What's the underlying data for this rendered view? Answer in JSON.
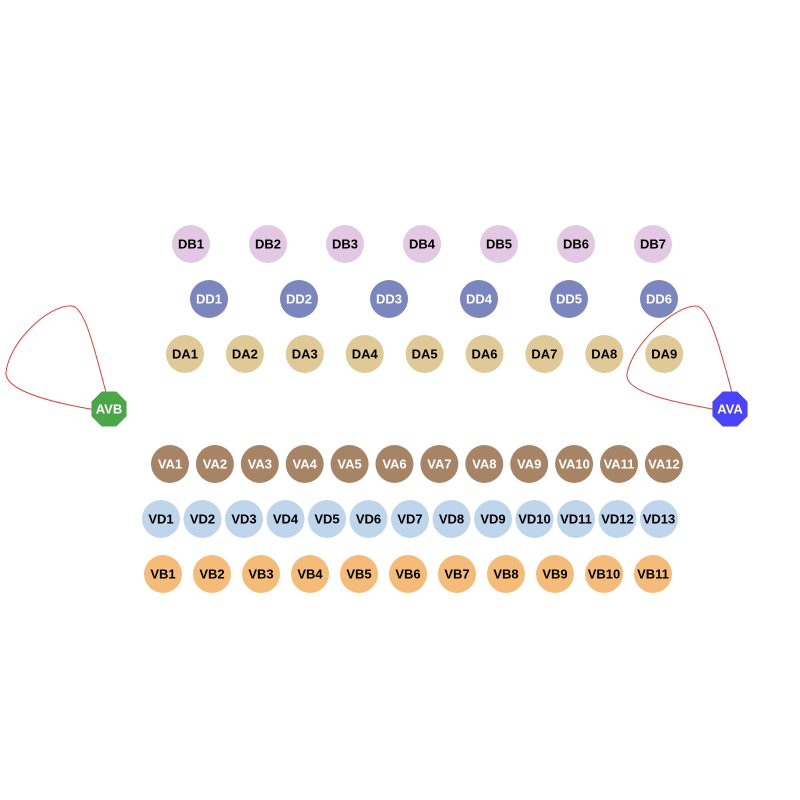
{
  "colors": {
    "db": "#e3c8e3",
    "dd": "#7a86bd",
    "da": "#dfca97",
    "va": "#a88466",
    "vd": "#bed5ec",
    "vb": "#f4bc78",
    "avb": "#4ba647",
    "ava": "#4a43fb",
    "edge": "#e04040",
    "dark_text": "#000000",
    "light_text": "#ffffff"
  },
  "rows": {
    "db": [
      "DB1",
      "DB2",
      "DB3",
      "DB4",
      "DB5",
      "DB6",
      "DB7"
    ],
    "dd": [
      "DD1",
      "DD2",
      "DD3",
      "DD4",
      "DD5",
      "DD6"
    ],
    "da": [
      "DA1",
      "DA2",
      "DA3",
      "DA4",
      "DA5",
      "DA6",
      "DA7",
      "DA8",
      "DA9"
    ],
    "va": [
      "VA1",
      "VA2",
      "VA3",
      "VA4",
      "VA5",
      "VA6",
      "VA7",
      "VA8",
      "VA9",
      "VA10",
      "VA11",
      "VA12"
    ],
    "vd": [
      "VD1",
      "VD2",
      "VD3",
      "VD4",
      "VD5",
      "VD6",
      "VD7",
      "VD8",
      "VD9",
      "VD10",
      "VD11",
      "VD12",
      "VD13"
    ],
    "vb": [
      "VB1",
      "VB2",
      "VB3",
      "VB4",
      "VB5",
      "VB6",
      "VB7",
      "VB8",
      "VB9",
      "VB10",
      "VB11"
    ]
  },
  "hubs": {
    "avb": "AVB",
    "ava": "AVA"
  },
  "self_loops": [
    "AVB",
    "AVA"
  ]
}
